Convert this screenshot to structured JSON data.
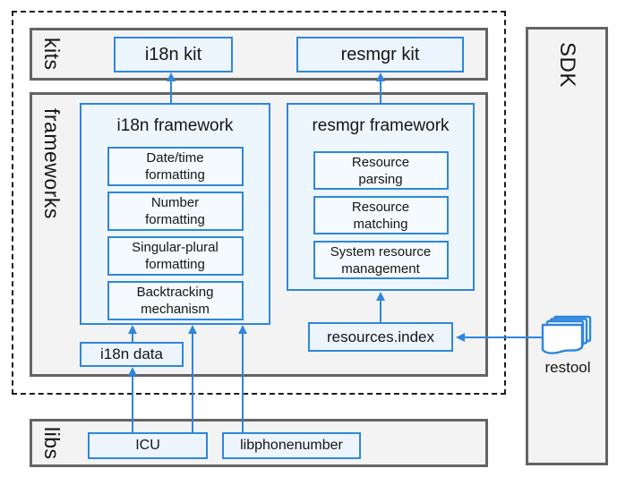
{
  "colors": {
    "accent_blue": "#2e86de",
    "node_fill": "#ecf5fd",
    "container_fill": "#eef6fd",
    "section_fill": "#f3f3f3",
    "section_border": "#646464",
    "text": "#161616"
  },
  "sections": {
    "kits": "kits",
    "frameworks": "frameworks",
    "libs": "libs",
    "sdk": "SDK"
  },
  "kits": {
    "i18n_kit": "i18n kit",
    "resmgr_kit": "resmgr kit"
  },
  "frameworks": {
    "i18n": {
      "title": "i18n framework",
      "modules": [
        "Date/time\nformatting",
        "Number\nformatting",
        "Singular-plural\nformatting",
        "Backtracking\nmechanism"
      ]
    },
    "resmgr": {
      "title": "resmgr framework",
      "modules": [
        "Resource\nparsing",
        "Resource\nmatching",
        "System resource\nmanagement"
      ]
    }
  },
  "data_nodes": {
    "i18n_data": "i18n data",
    "resources_index": "resources.index"
  },
  "libs": {
    "icu": "ICU",
    "libphonenumber": "libphonenumber"
  },
  "tools": {
    "restool": "restool"
  },
  "edges": [
    {
      "from": "i18n framework",
      "to": "i18n kit"
    },
    {
      "from": "resmgr framework",
      "to": "resmgr kit"
    },
    {
      "from": "i18n data",
      "to": "i18n framework"
    },
    {
      "from": "ICU",
      "to": "i18n data"
    },
    {
      "from": "ICU",
      "to": "i18n framework"
    },
    {
      "from": "libphonenumber",
      "to": "i18n framework"
    },
    {
      "from": "resources.index",
      "to": "resmgr framework"
    },
    {
      "from": "restool",
      "to": "resources.index"
    }
  ]
}
